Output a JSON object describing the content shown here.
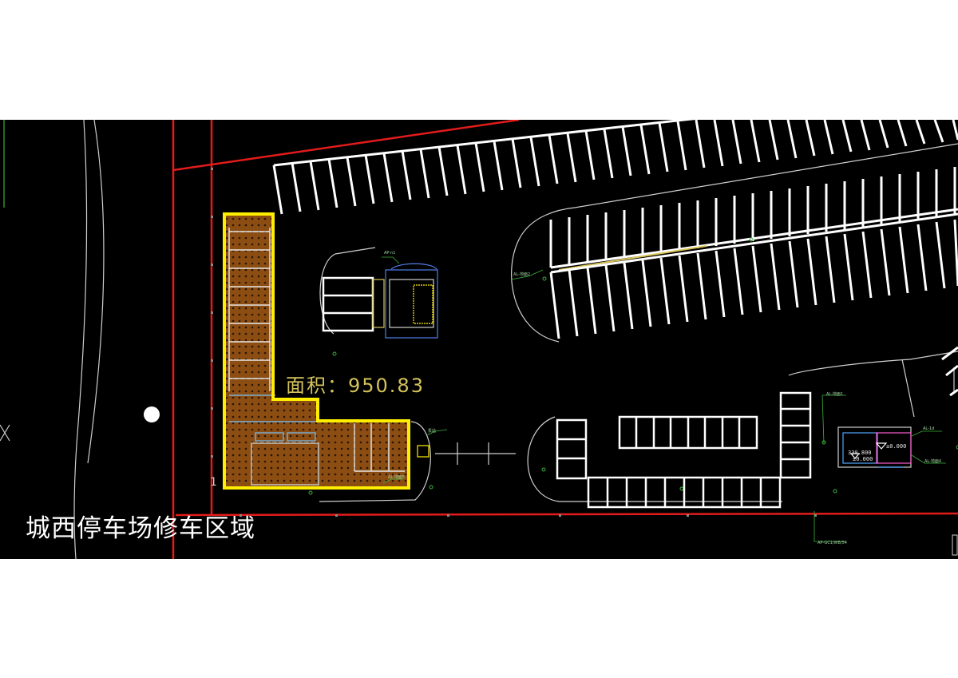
{
  "area_label": "面积：950.83",
  "caption": "城西停车场修车区域",
  "tags": {
    "ap_n": "AP-n1",
    "al_left": "AL-地面2",
    "al_bl1": "AL-地面1",
    "al_1d": "AL-1d",
    "al_bl4": "AL-地面4",
    "al_bottom": "AL-地面5",
    "ap_gc": "AP-GC1/WB/54",
    "pump": "泵站",
    "note": "1"
  },
  "levels": {
    "a": "±0.000",
    "b": "330.800",
    "c": "±0.000"
  },
  "colors": {
    "background": "#000000",
    "boundary_red": "#e31b1b",
    "highlight_yellow": "#ffee00",
    "fill_brown": "#8b4d12",
    "parking_white": "#ffffff",
    "area_text": "#d4c35a"
  }
}
